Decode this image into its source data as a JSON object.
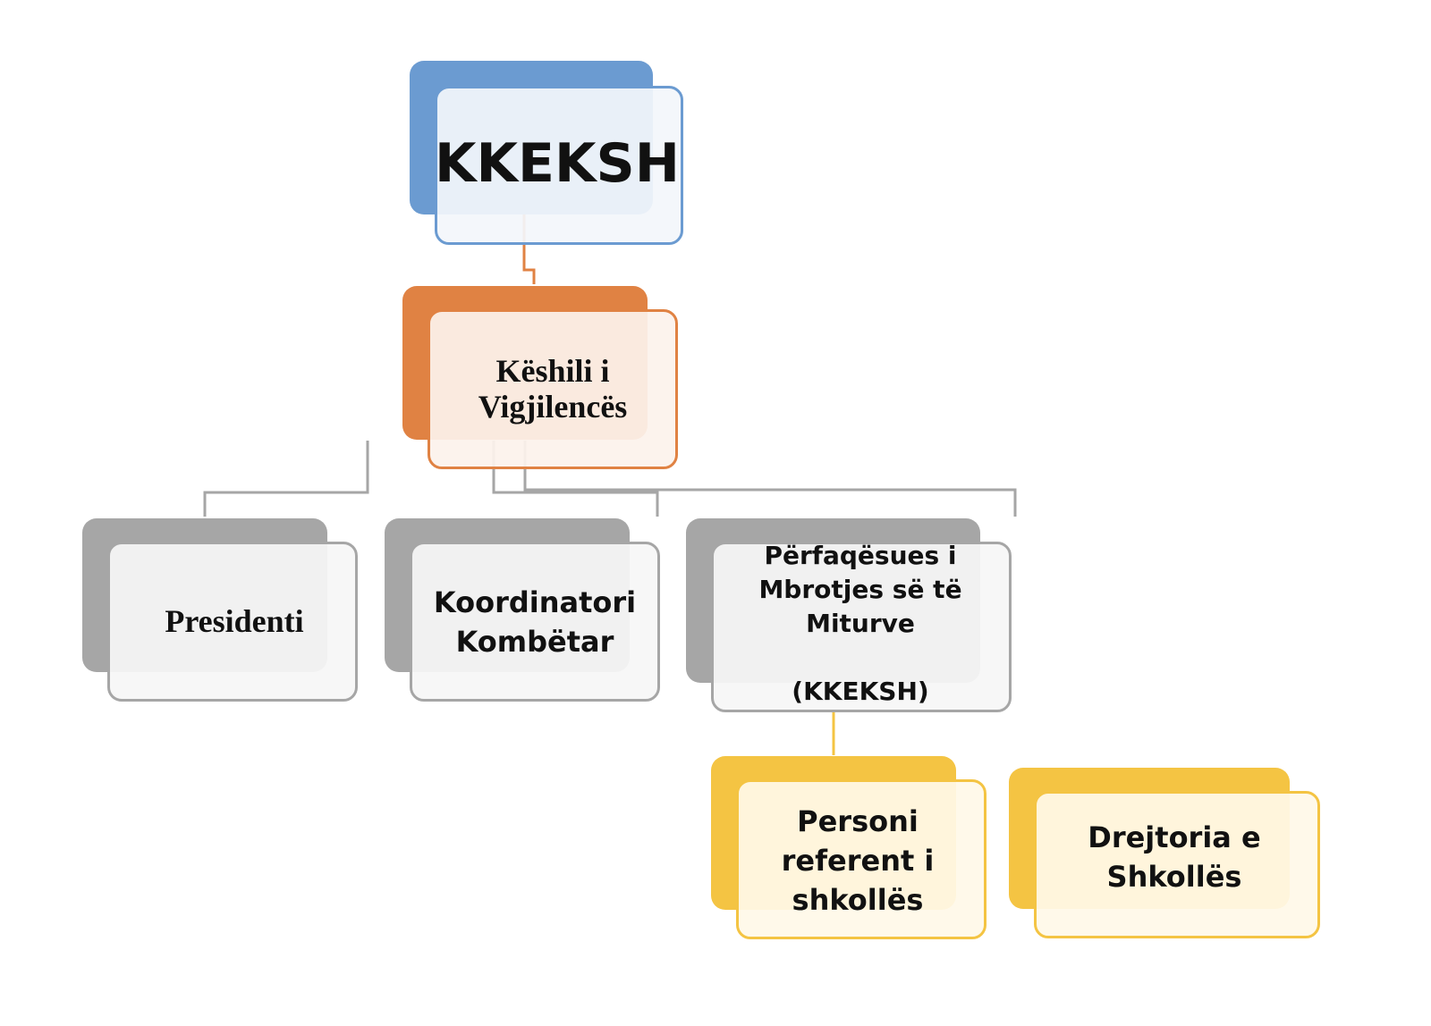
{
  "diagram": {
    "nodes": {
      "kkeksh": {
        "label": "KKEKSH"
      },
      "keshili": {
        "label": "Këshili i\nVigjilencës"
      },
      "presidenti": {
        "label": "Presidenti"
      },
      "koordinatori": {
        "label": "Koordinatori\nKombëtar"
      },
      "perfaqesues": {
        "label": "Përfaqësues i\nMbrotjes së të\nMiturve\n\n(KKEKSH)"
      },
      "personi": {
        "label": "Personi\nreferent i\nshkollës"
      },
      "drejtoria": {
        "label": "Drejtoria e\nShkollës"
      }
    },
    "edges": [
      {
        "from": "kkeksh",
        "to": "keshili"
      },
      {
        "from": "keshili",
        "to": "presidenti"
      },
      {
        "from": "keshili",
        "to": "koordinatori"
      },
      {
        "from": "keshili",
        "to": "perfaqesues"
      },
      {
        "from": "perfaqesues",
        "to": "personi"
      }
    ],
    "colors": {
      "blue": "#6b9bd1",
      "orange": "#e08243",
      "gray": "#a6a6a6",
      "yellow": "#f4c443"
    }
  }
}
